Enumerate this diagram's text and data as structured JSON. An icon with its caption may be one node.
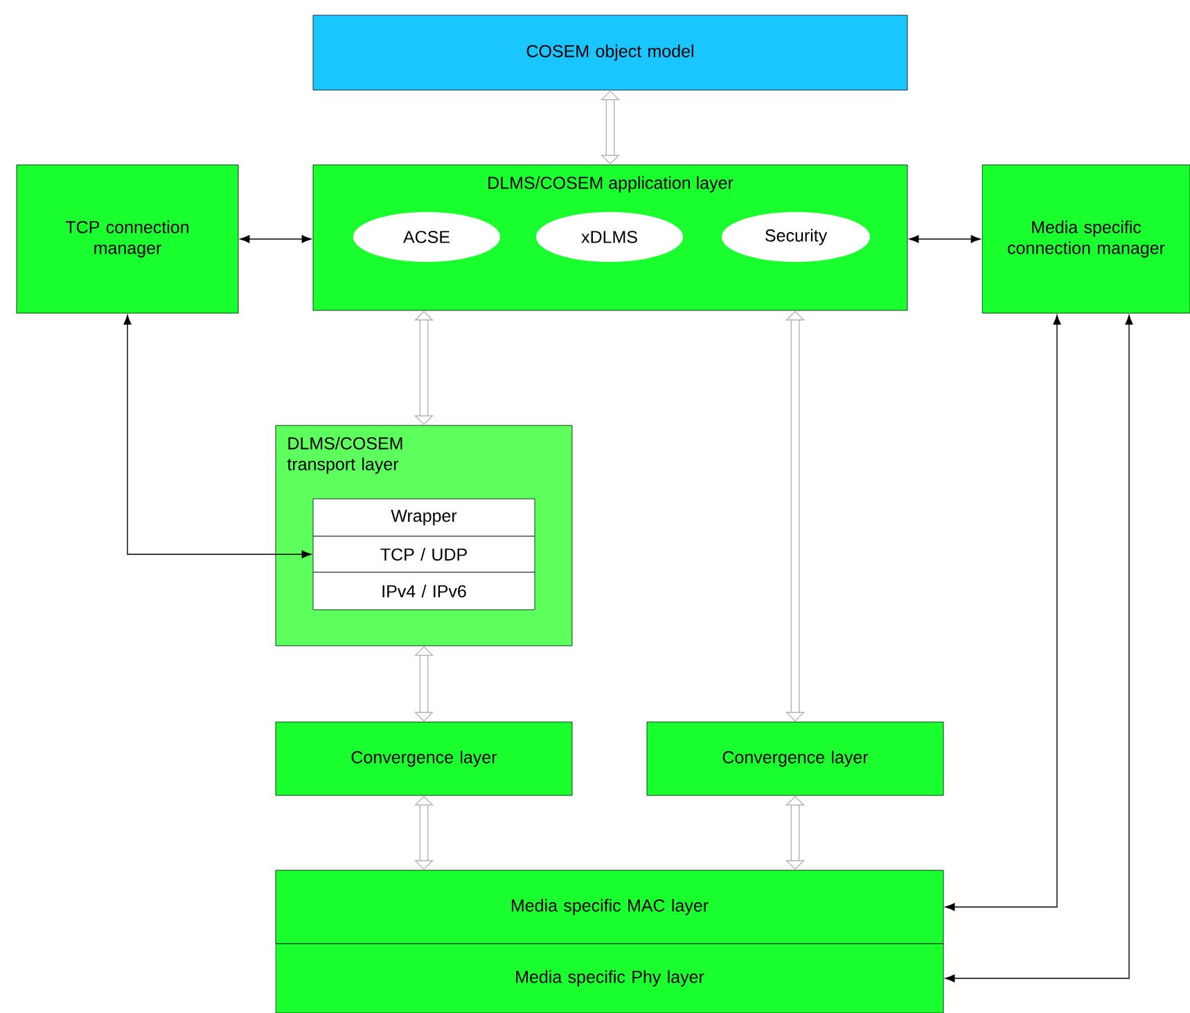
{
  "diagram": {
    "nodes": [
      {
        "text": [
          "COSEM object model"
        ]
      },
      {
        "text": [
          "TCP connection manager"
        ]
      },
      {
        "text": [
          "DLMS/COSEM application layer"
        ]
      },
      {
        "text": [
          "ACSE"
        ],
        "in": 2
      },
      {
        "text": [
          "xDLMS"
        ],
        "in": 2
      },
      {
        "text": [
          "Security"
        ],
        "in": 2
      },
      {
        "text": [
          "Media specific connection manager"
        ]
      },
      {
        "text": [
          "DLMS/COSEM transport layer"
        ]
      },
      {
        "text": [
          "Wrapper"
        ],
        "in": 7
      },
      {
        "text": [
          "TCP / UDP"
        ],
        "in": 7
      },
      {
        "text": [
          "IPv4 / IPv6"
        ],
        "in": 7
      },
      {
        "text": [
          "Convergence layer"
        ]
      },
      {
        "text": [
          "Convergence layer"
        ]
      },
      {
        "text": [
          "Media specific MAC layer"
        ]
      },
      {
        "text": [
          "Media specific Phy layer"
        ]
      }
    ],
    "edges": [
      {
        "from": 0,
        "to": 2,
        "arrow": "both"
      },
      {
        "from": 1,
        "to": 2,
        "arrow": "both",
        "color": "#000000"
      },
      {
        "from": 2,
        "to": 6,
        "arrow": "both",
        "color": "#000000"
      },
      {
        "from": 2,
        "to": 7,
        "arrow": "both"
      },
      {
        "from": 1,
        "to": 9,
        "arrow": "both",
        "color": "#000000"
      },
      {
        "from": 2,
        "to": 12,
        "arrow": "both"
      },
      {
        "from": 7,
        "to": 11,
        "arrow": "both"
      },
      {
        "from": 11,
        "to": 13,
        "arrow": "both"
      },
      {
        "from": 12,
        "to": 13,
        "arrow": "both"
      },
      {
        "from": 6,
        "to": 13,
        "arrow": "both",
        "color": "#000000"
      },
      {
        "from": 6,
        "to": 14,
        "arrow": "both",
        "color": "#000000"
      }
    ]
  }
}
